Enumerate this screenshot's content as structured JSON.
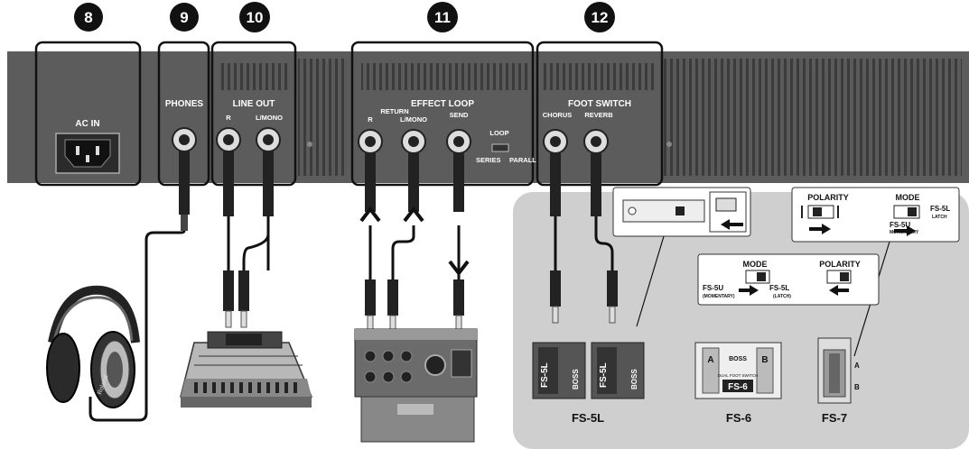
{
  "callouts": {
    "n8": "8",
    "n9": "9",
    "n10": "10",
    "n11": "11",
    "n12": "12"
  },
  "panel": {
    "ac_in": "AC IN",
    "phones": "PHONES",
    "line_out": "LINE OUT",
    "line_out_r": "R",
    "line_out_lmono": "L/MONO",
    "effect_loop": "EFFECT LOOP",
    "return_r": "R",
    "return_title": "RETURN",
    "return_lmono": "L/MONO",
    "send": "SEND",
    "loop": "LOOP",
    "series": "SERIES",
    "parallel": "PARALL",
    "foot_switch": "FOOT SWITCH",
    "chorus": "CHORUS",
    "reverb": "REVERB"
  },
  "insets": {
    "fs5l_mode": "MODE",
    "fs5l_fs5u": "FS-5U",
    "fs5l_momentary": "(MOMENTARY)",
    "fs5l_fs5l": "FS-5L",
    "fs5l_latch": "(LATCH)",
    "fs5l_polarity": "POLARITY",
    "fs7_polarity": "POLARITY",
    "fs7_mode": "MODE",
    "fs7_fs5l": "FS-5L",
    "fs7_latch": "LATCH",
    "fs7_fs5u": "FS-5U",
    "fs7_momentary": "MOMENTARY"
  },
  "pedals": {
    "fs5l_a": "FS-5L",
    "fs5l_b": "FS-5L",
    "boss": "BOSS",
    "fs6": "FS-6",
    "fs6_a": "A",
    "fs6_b": "B",
    "fs6_dual": "DUAL FOOT SWITCH",
    "fs7_a": "A",
    "fs7_b": "B"
  },
  "captions": {
    "fs5l": "FS-5L",
    "fs6": "FS-6",
    "fs7": "FS-7"
  },
  "devices": {
    "headphones_brand": "Roland"
  }
}
